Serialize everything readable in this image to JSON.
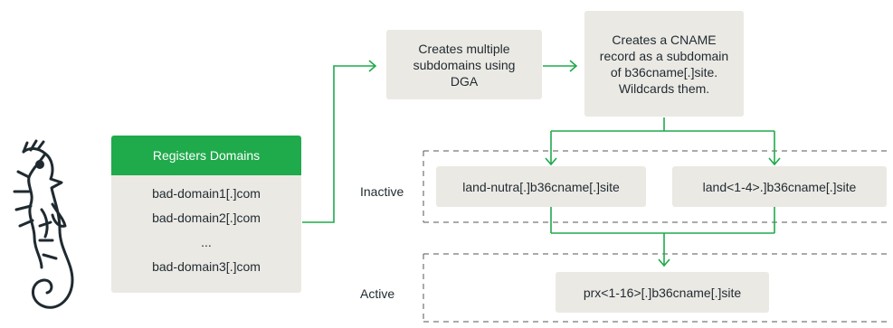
{
  "registration": {
    "header": "Registers Domains",
    "domains": [
      "bad-domain1[.]com",
      "bad-domain2[.]com",
      "...",
      "bad-domain3[.]com"
    ]
  },
  "steps": {
    "dga": "Creates multiple subdomains using DGA",
    "cname": "Creates a CNAME record as a subdomain of b36cname[.]site. Wildcards them."
  },
  "states": {
    "inactive_label": "Inactive",
    "active_label": "Active"
  },
  "subdomains": {
    "inactive": [
      "land-nutra[.]b36cname[.]site",
      "land<1-4>.]b36cname[.]site"
    ],
    "active": "prx<1-16>[.]b36cname[.]site"
  },
  "colors": {
    "accent": "#1faa4c",
    "box": "#ebe9e4",
    "text": "#1f2a30"
  },
  "icons": [
    "seahorse-icon"
  ]
}
